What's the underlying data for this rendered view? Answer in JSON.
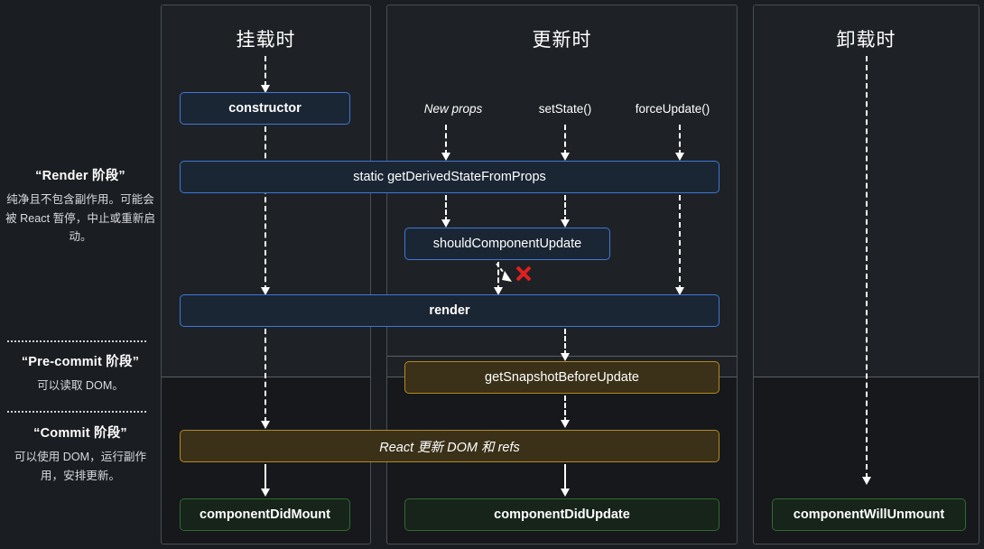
{
  "legend": {
    "phases": [
      {
        "title": "“Render 阶段”",
        "body": "纯净且不包含副作用。可能会被 React 暂停，中止或重新启动。"
      },
      {
        "title": "“Pre-commit 阶段”",
        "body": "可以读取 DOM。"
      },
      {
        "title": "“Commit 阶段”",
        "body": "可以使用 DOM，运行副作用，安排更新。"
      }
    ]
  },
  "columns": [
    {
      "id": "mount",
      "title": "挂载时"
    },
    {
      "id": "update",
      "title": "更新时"
    },
    {
      "id": "unmount",
      "title": "卸载时"
    }
  ],
  "triggers": [
    {
      "label": "New props"
    },
    {
      "label": "setState()"
    },
    {
      "label": "forceUpdate()"
    }
  ],
  "nodes": {
    "constructor": "constructor",
    "get_derived_state": "static getDerivedStateFromProps",
    "should_update": "shouldComponentUpdate",
    "render": "render",
    "get_snapshot": "getSnapshotBeforeUpdate",
    "react_updates_dom": "React 更新 DOM 和 refs",
    "did_mount": "componentDidMount",
    "did_update": "componentDidUpdate",
    "will_unmount": "componentWillUnmount"
  },
  "marks": {
    "skip_render": "✕"
  },
  "colors": {
    "page_background": "#1a1d21",
    "column_background": "#16181c",
    "render_band": "#1e2226",
    "blue_border": "#3d77d6",
    "blue_fill": "#1b2634",
    "olive_border": "#b5881f",
    "olive_fill": "#3a3118",
    "green_border": "#2f6b2f",
    "green_fill": "#17241a",
    "arrow": "#ffffff",
    "x_mark": "#e02020"
  }
}
